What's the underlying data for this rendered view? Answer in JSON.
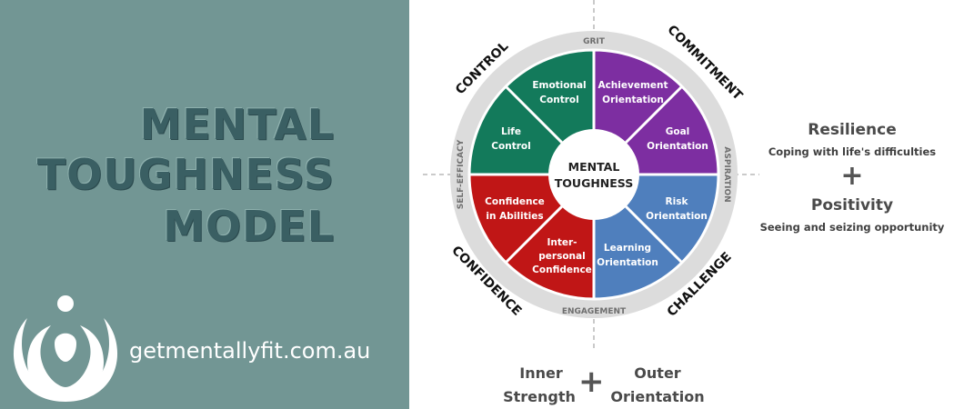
{
  "title": {
    "line1": "MENTAL",
    "line2": "TOUGHNESS",
    "line3": "MODEL"
  },
  "website": "getmentallyfit.com.au",
  "colors": {
    "left_panel": "#729694",
    "title": "#3a5f63",
    "control": "#137a5b",
    "commitment": "#7d2ea1",
    "challenge": "#4f7fbd",
    "confidence": "#c01616",
    "ring": "#dcdcdc"
  },
  "diagram": {
    "center": {
      "line1": "MENTAL",
      "line2": "TOUGHNESS"
    },
    "axis_labels": {
      "top": "GRIT",
      "bottom": "ENGAGEMENT",
      "left": "SELF-EFFICACY",
      "right": "ASPIRATION"
    },
    "quadrants": {
      "control": "CONTROL",
      "commitment": "COMMITMENT",
      "challenge": "CHALLENGE",
      "confidence": "CONFIDENCE"
    },
    "segments": {
      "emotional_control": [
        "Emotional",
        "Control"
      ],
      "life_control": [
        "Life",
        "Control"
      ],
      "achievement_orientation": [
        "Achievement",
        "Orientation"
      ],
      "goal_orientation": [
        "Goal",
        "Orientation"
      ],
      "risk_orientation": [
        "Risk",
        "Orientation"
      ],
      "learning_orientation": [
        "Learning",
        "Orientation"
      ],
      "confidence_in_abilities": [
        "Confidence",
        "in Abilities"
      ],
      "interpersonal_confidence": [
        "Inter-",
        "personal",
        "Confidence"
      ]
    }
  },
  "right_text": {
    "resilience_title": "Resilience",
    "resilience_sub": "Coping with life's difficulties",
    "plus": "+",
    "positivity_title": "Positivity",
    "positivity_sub": "Seeing and seizing opportunity"
  },
  "bottom": {
    "inner_line1": "Inner",
    "inner_line2": "Strength",
    "plus": "+",
    "outer_line1": "Outer",
    "outer_line2": "Orientation"
  }
}
